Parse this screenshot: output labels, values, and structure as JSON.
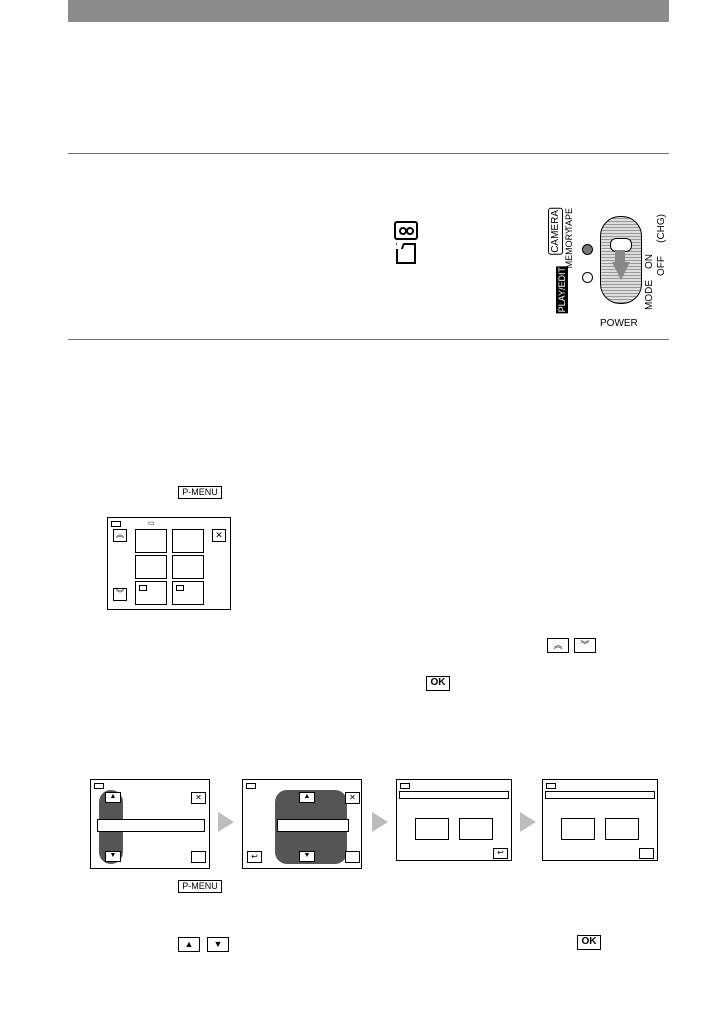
{
  "section2": {
    "dial": {
      "camera_label": "CAMERA",
      "memory_label": "MEMORY",
      "tape_label": "TAPE",
      "playedit_label": "PLAY/EDIT",
      "power_label": "POWER",
      "mode_label": "MODE",
      "on_label": "ON",
      "off_label": "OFF",
      "chg_label": "(CHG)"
    }
  },
  "section3": {
    "pmenu_button": "P-MENU",
    "page_up_icon": "double-chevron-up-icon",
    "page_down_icon": "double-chevron-down-icon",
    "close_icon": "close-x-icon",
    "ok_label": "OK"
  },
  "sequence": {
    "pmenu_button": "P-MENU",
    "ok_label": "OK"
  },
  "colors": {
    "header_bar": "#8c8c8c",
    "rule": "#6e6e6e",
    "arrow": "#bdbdbd"
  }
}
